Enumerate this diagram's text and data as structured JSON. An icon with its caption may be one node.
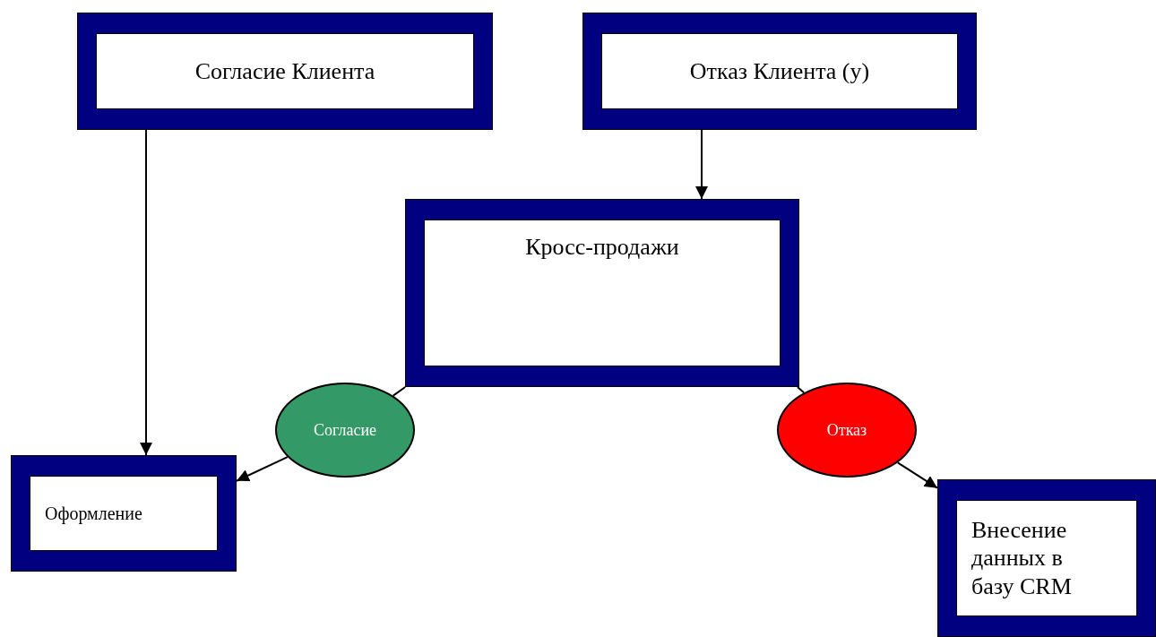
{
  "diagram": {
    "nodes": [
      {
        "text": [
          "Согласие Клиента"
        ]
      },
      {
        "text": [
          "Отказ Клиента (у)"
        ]
      },
      {
        "text": [
          "Кросс-продажи"
        ]
      },
      {
        "text": [
          "Согласие"
        ]
      },
      {
        "text": [
          "Отказ"
        ]
      },
      {
        "text": [
          "Оформление"
        ]
      },
      {
        "text": [
          "Внесение данных в базу CRM"
        ]
      }
    ],
    "edges": [
      {
        "from": 0,
        "to": 5,
        "arrow": "to"
      },
      {
        "from": 1,
        "to": 2,
        "arrow": "to"
      },
      {
        "from": 2,
        "to": 3,
        "arrow": "none"
      },
      {
        "from": 3,
        "to": 5,
        "arrow": "to"
      },
      {
        "from": 2,
        "to": 4,
        "arrow": "none"
      },
      {
        "from": 4,
        "to": 6,
        "arrow": "to"
      }
    ]
  }
}
